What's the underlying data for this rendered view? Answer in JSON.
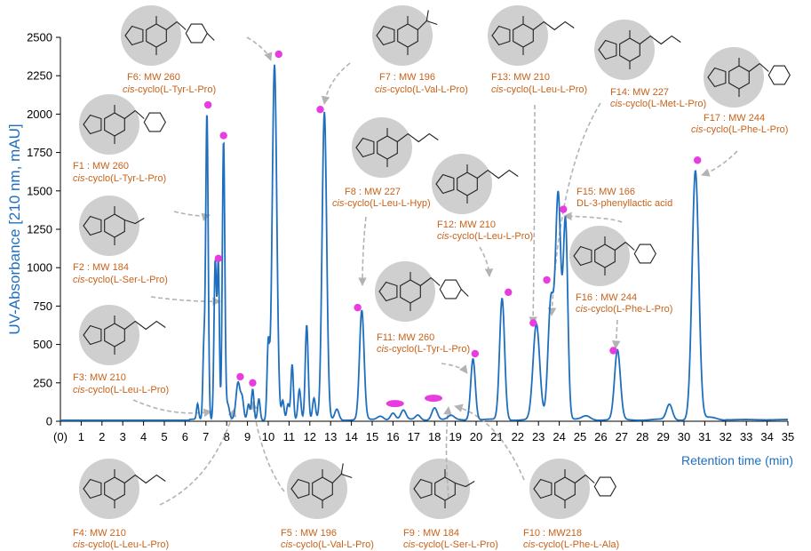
{
  "chart_data": {
    "type": "line",
    "xlabel": "Retention time (min)",
    "ylabel": "UV-Absorbance [210 nm, mAU]",
    "xlim": [
      0,
      35
    ],
    "ylim": [
      0,
      2500
    ],
    "x_ticks": [
      "(0)",
      "1",
      "2",
      "3",
      "4",
      "5",
      "6",
      "7",
      "8",
      "9",
      "10",
      "11",
      "12",
      "13",
      "14",
      "15",
      "16",
      "17",
      "18",
      "19",
      "20",
      "21",
      "22",
      "23",
      "24",
      "25",
      "26",
      "27",
      "28",
      "29",
      "30",
      "31",
      "32",
      "33",
      "34",
      "35"
    ],
    "y_ticks": [
      0,
      250,
      500,
      750,
      1000,
      1250,
      1500,
      1750,
      2000,
      2250,
      2500
    ],
    "series": [
      {
        "color": "#1f6fbf",
        "peaks": [
          {
            "rt": 6.6,
            "h": 100,
            "w": 0.05
          },
          {
            "rt": 6.9,
            "h": 450,
            "w": 0.05
          },
          {
            "rt": 7.05,
            "h": 2000,
            "w": 0.06
          },
          {
            "rt": 7.45,
            "h": 1040,
            "w": 0.06
          },
          {
            "rt": 7.6,
            "h": 1000,
            "w": 0.05
          },
          {
            "rt": 7.85,
            "h": 1820,
            "w": 0.06
          },
          {
            "rt": 8.05,
            "h": 100,
            "w": 0.08
          },
          {
            "rt": 8.55,
            "h": 240,
            "w": 0.1
          },
          {
            "rt": 8.75,
            "h": 120,
            "w": 0.07
          },
          {
            "rt": 9.05,
            "h": 100,
            "w": 0.06
          },
          {
            "rt": 9.25,
            "h": 200,
            "w": 0.06
          },
          {
            "rt": 9.55,
            "h": 140,
            "w": 0.06
          },
          {
            "rt": 10.0,
            "h": 480,
            "w": 0.06
          },
          {
            "rt": 10.3,
            "h": 2310,
            "w": 0.11
          },
          {
            "rt": 10.7,
            "h": 120,
            "w": 0.06
          },
          {
            "rt": 10.95,
            "h": 100,
            "w": 0.06
          },
          {
            "rt": 11.15,
            "h": 360,
            "w": 0.06
          },
          {
            "rt": 11.5,
            "h": 200,
            "w": 0.07
          },
          {
            "rt": 11.85,
            "h": 620,
            "w": 0.07
          },
          {
            "rt": 12.2,
            "h": 140,
            "w": 0.07
          },
          {
            "rt": 12.7,
            "h": 2000,
            "w": 0.11
          },
          {
            "rt": 13.3,
            "h": 70,
            "w": 0.1
          },
          {
            "rt": 14.5,
            "h": 710,
            "w": 0.11
          },
          {
            "rt": 15.4,
            "h": 25,
            "w": 0.15
          },
          {
            "rt": 16.0,
            "h": 45,
            "w": 0.12
          },
          {
            "rt": 16.5,
            "h": 60,
            "w": 0.12
          },
          {
            "rt": 17.2,
            "h": 30,
            "w": 0.12
          },
          {
            "rt": 18.0,
            "h": 80,
            "w": 0.13
          },
          {
            "rt": 18.8,
            "h": 25,
            "w": 0.15
          },
          {
            "rt": 19.85,
            "h": 400,
            "w": 0.11
          },
          {
            "rt": 21.25,
            "h": 790,
            "w": 0.12
          },
          {
            "rt": 22.9,
            "h": 620,
            "w": 0.16
          },
          {
            "rt": 23.6,
            "h": 780,
            "w": 0.14
          },
          {
            "rt": 23.95,
            "h": 1450,
            "w": 0.13
          },
          {
            "rt": 24.3,
            "h": 1280,
            "w": 0.11
          },
          {
            "rt": 25.3,
            "h": 25,
            "w": 0.2
          },
          {
            "rt": 26.8,
            "h": 450,
            "w": 0.14
          },
          {
            "rt": 29.3,
            "h": 100,
            "w": 0.14
          },
          {
            "rt": 30.55,
            "h": 1620,
            "w": 0.16
          },
          {
            "rt": 31.3,
            "h": 15,
            "w": 0.3
          }
        ]
      }
    ],
    "markers": [
      {
        "x": 7.1,
        "y": 2060
      },
      {
        "x": 7.85,
        "y": 1860
      },
      {
        "x": 7.6,
        "y": 1060
      },
      {
        "x": 8.65,
        "y": 290
      },
      {
        "x": 9.25,
        "y": 250
      },
      {
        "x": 10.5,
        "y": 2390
      },
      {
        "x": 12.5,
        "y": 2030
      },
      {
        "x": 14.3,
        "y": 740
      },
      {
        "x": 19.95,
        "y": 440
      },
      {
        "x": 21.55,
        "y": 840
      },
      {
        "x": 22.75,
        "y": 640
      },
      {
        "x": 23.4,
        "y": 920
      },
      {
        "x": 24.2,
        "y": 1380
      },
      {
        "x": 26.6,
        "y": 460
      },
      {
        "x": 30.65,
        "y": 1700
      }
    ],
    "ovals": [
      {
        "x": 16.1,
        "y": 115
      },
      {
        "x": 17.95,
        "y": 150
      }
    ],
    "annotations": [
      {
        "line1": "F6: MW 260",
        "prefix": "cis",
        "rest": "-cyclo(L-Tyr-L-Pro)"
      },
      {
        "line1": "F1 : MW 260",
        "prefix": "cis",
        "rest": "-cyclo(L-Tyr-L-Pro)"
      },
      {
        "line1": "F2 : MW 184",
        "prefix": "cis",
        "rest": "-cyclo(L-Ser-L-Pro)"
      },
      {
        "line1": "F3: MW 210",
        "prefix": "cis",
        "rest": "-cyclo(L-Leu-L-Pro)"
      },
      {
        "line1": "F4: MW 210",
        "prefix": "cis",
        "rest": "-cyclo(L-Leu-L-Pro)"
      },
      {
        "line1": "F5 : MW 196",
        "prefix": "cis",
        "rest": "-cyclo(L-Val-L-Pro)"
      },
      {
        "line1": "F7 : MW 196",
        "prefix": "cis",
        "rest": "-cyclo(L-Val-L-Pro)"
      },
      {
        "line1": "F8 : MW 227",
        "prefix": "cis",
        "rest": "-cyclo(L-Leu-L-Hyp)"
      },
      {
        "line1": "F9 : MW 184",
        "prefix": "cis",
        "rest": "-cyclo(L-Ser-L-Pro)"
      },
      {
        "line1": "F10 : MW218",
        "prefix": "cis",
        "rest": "-cyclo(L-Phe-L-Ala)"
      },
      {
        "line1": "F11: MW 260",
        "prefix": "cis",
        "rest": "-cyclo(L-Tyr-L-Pro)"
      },
      {
        "line1": "F12: MW 210",
        "prefix": "cis",
        "rest": "-cyclo(L-Leu-L-Pro)"
      },
      {
        "line1": "F13: MW 210",
        "prefix": "cis",
        "rest": "-cyclo(L-Leu-L-Pro)"
      },
      {
        "line1": "F14: MW 227",
        "prefix": "cis",
        "rest": "-cyclo(L-Met-L-Pro)"
      },
      {
        "line1": "F15: MW 166",
        "prefix": "",
        "rest": "DL-3-phenyllactic acid"
      },
      {
        "line1": "F16 : MW 244",
        "prefix": "cis",
        "rest": "-cyclo(L-Phe-L-Pro)"
      },
      {
        "line1": "F17 : MW 244",
        "prefix": "cis",
        "rest": "-cyclo(L-Phe-L-Pro)"
      }
    ]
  },
  "colors": {
    "line": "#1f6fbf",
    "marker": "#e83be0",
    "label": "#c7621a",
    "arrow": "#b3b3b3",
    "molecule_bg": "#cfcfcf"
  }
}
